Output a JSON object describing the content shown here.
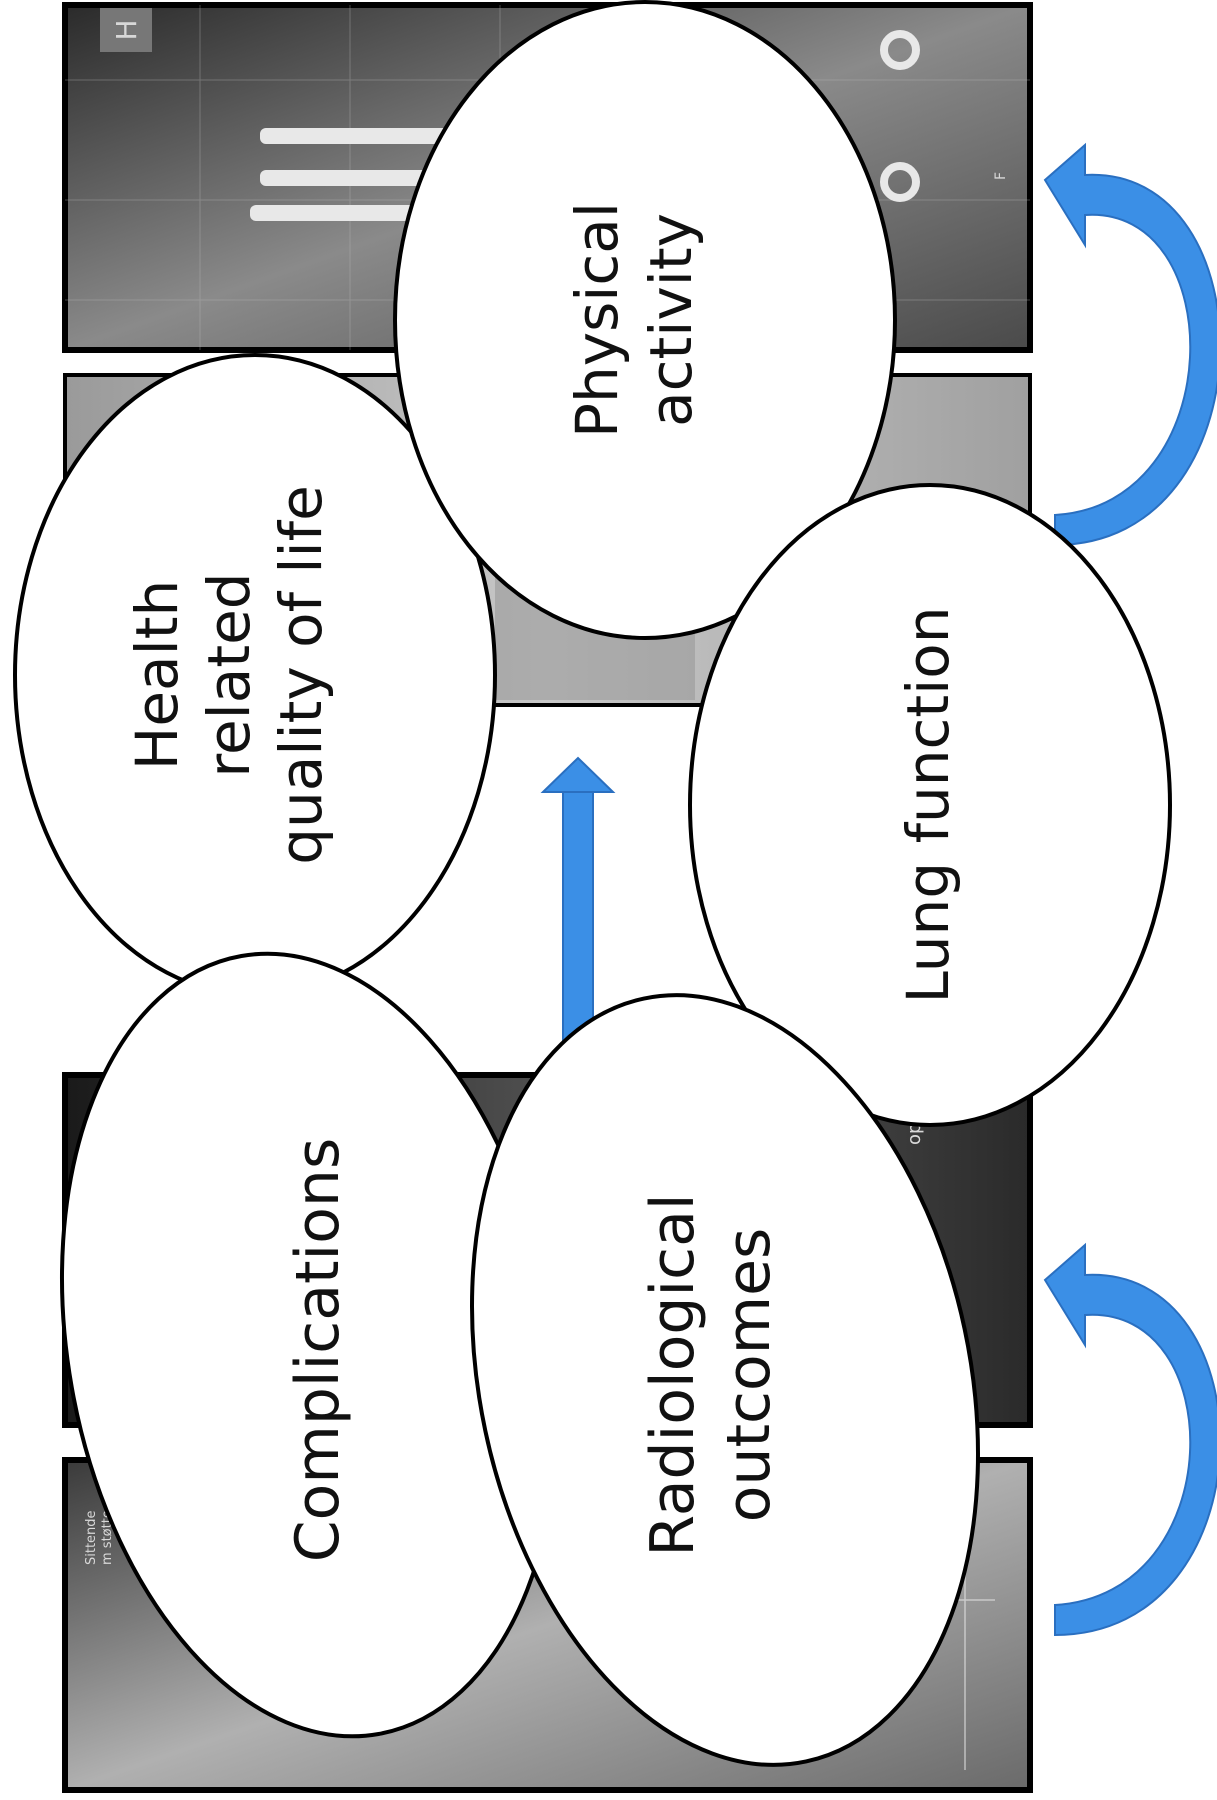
{
  "diagram": {
    "bubbles": [
      {
        "id": "physical-activity",
        "lines": [
          "Physical",
          "activity"
        ]
      },
      {
        "id": "health-related-quality-of-life",
        "lines": [
          "Health",
          "related",
          "quality of life"
        ]
      },
      {
        "id": "lung-function",
        "lines": [
          "Lung function"
        ]
      },
      {
        "id": "complications",
        "lines": [
          "Complications"
        ]
      },
      {
        "id": "radiological-outcomes",
        "lines": [
          "Radiological",
          "outcomes"
        ]
      }
    ],
    "image_labels": {
      "top_marker": "H",
      "side_marker": "F",
      "bottom_caption_line1": "Sittende",
      "bottom_caption_line2": "m støtte",
      "mid_caption": "op."
    },
    "colors": {
      "arrow": "#3b8fe6",
      "bubble_fill": "#ffffff",
      "bubble_stroke": "#000000"
    }
  }
}
